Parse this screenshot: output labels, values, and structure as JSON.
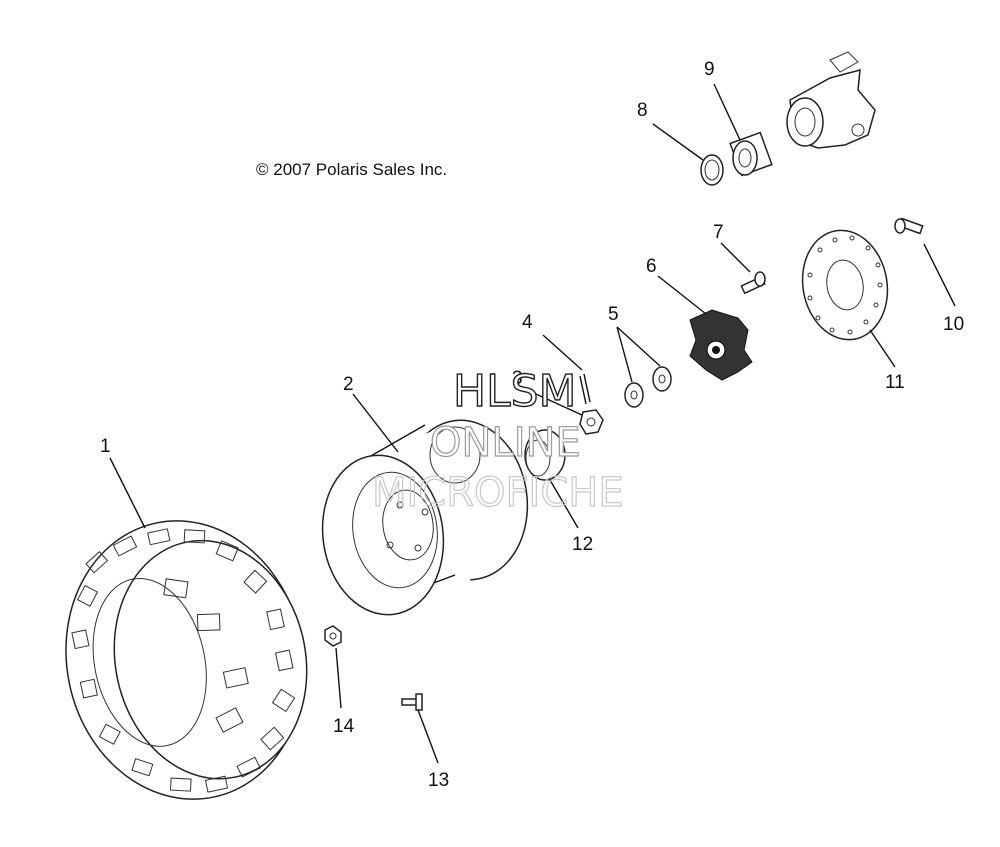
{
  "copyright": "© 2007 Polaris Sales Inc.",
  "watermark": {
    "line1": "HLSM",
    "line2": "ONLINE",
    "line3": "MICROFICHE"
  },
  "callouts": [
    {
      "id": "1",
      "label": "1"
    },
    {
      "id": "2",
      "label": "2"
    },
    {
      "id": "3",
      "label": "3"
    },
    {
      "id": "4",
      "label": "4"
    },
    {
      "id": "5",
      "label": "5"
    },
    {
      "id": "6",
      "label": "6"
    },
    {
      "id": "7",
      "label": "7"
    },
    {
      "id": "8",
      "label": "8"
    },
    {
      "id": "9",
      "label": "9"
    },
    {
      "id": "10",
      "label": "10"
    },
    {
      "id": "11",
      "label": "11"
    },
    {
      "id": "12",
      "label": "12"
    },
    {
      "id": "13",
      "label": "13"
    },
    {
      "id": "14",
      "label": "14"
    }
  ]
}
